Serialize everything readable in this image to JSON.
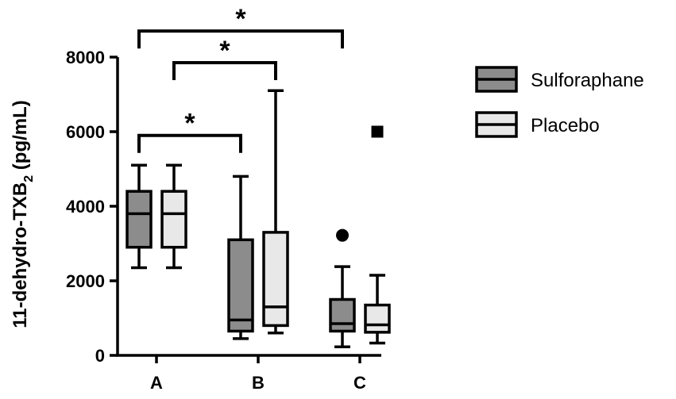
{
  "chart_data": {
    "type": "box",
    "ylabel": {
      "main": "11-dehydro-TXB",
      "sub": "2",
      "unit": " (pg/mL)"
    },
    "ylim": [
      0,
      8000
    ],
    "yticks": [
      "0",
      "2000",
      "4000",
      "6000",
      "8000"
    ],
    "categories": [
      "A",
      "B",
      "C"
    ],
    "legend_position": "top-right",
    "series": [
      {
        "name": "Sulforaphane",
        "color": "#8c8c8c",
        "boxes": [
          {
            "category": "A",
            "min": 2350,
            "q1": 2900,
            "median": 3800,
            "q3": 4400,
            "max": 5100,
            "outliers": []
          },
          {
            "category": "B",
            "min": 450,
            "q1": 650,
            "median": 950,
            "q3": 3100,
            "max": 4800,
            "outliers": []
          },
          {
            "category": "C",
            "min": 230,
            "q1": 650,
            "median": 850,
            "q3": 1500,
            "max": 2380,
            "outliers": [
              {
                "value": 3220,
                "marker": "circle"
              }
            ]
          }
        ]
      },
      {
        "name": "Placebo",
        "color": "#e8e8e8",
        "boxes": [
          {
            "category": "A",
            "min": 2350,
            "q1": 2900,
            "median": 3800,
            "q3": 4400,
            "max": 5100,
            "outliers": []
          },
          {
            "category": "B",
            "min": 600,
            "q1": 800,
            "median": 1300,
            "q3": 3300,
            "max": 7100,
            "outliers": []
          },
          {
            "category": "C",
            "min": 330,
            "q1": 620,
            "median": 820,
            "q3": 1350,
            "max": 2150,
            "outliers": [
              {
                "value": 6000,
                "marker": "square"
              }
            ]
          }
        ]
      }
    ],
    "significance": [
      {
        "from": "A",
        "to": "B",
        "from_series": "Sulforaphane",
        "to_series": "Sulforaphane",
        "y": 5900,
        "label": "*"
      },
      {
        "from": "A",
        "to": "B",
        "from_series": "Placebo",
        "to_series": "Placebo",
        "y": 7850,
        "label": "*"
      },
      {
        "from": "A",
        "to": "C",
        "from_series": "Sulforaphane",
        "to_series": "Sulforaphane",
        "y": 8700,
        "label": "*"
      }
    ]
  }
}
